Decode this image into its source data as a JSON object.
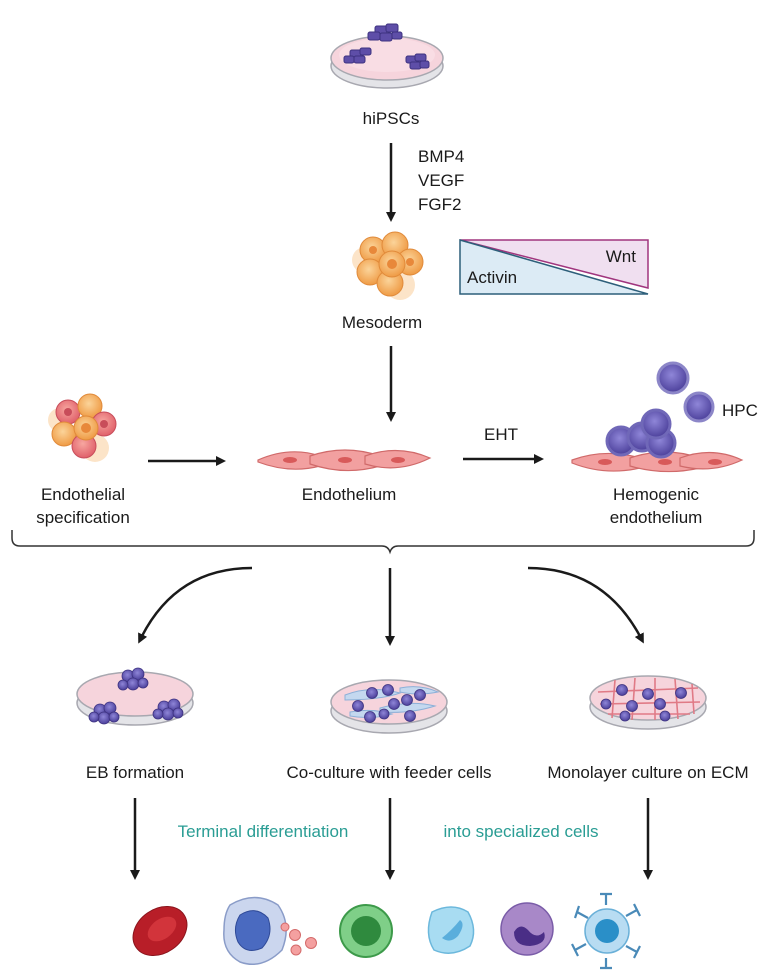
{
  "top": {
    "source_label": "hiPSCs",
    "factors": [
      "BMP4",
      "VEGF",
      "FGF2"
    ],
    "mesoderm_label": "Mesoderm",
    "gradient": {
      "upper_label": "Wnt",
      "lower_label": "Activin",
      "upper_color": "#f0dff0",
      "lower_color": "#dcebf5"
    }
  },
  "middle": {
    "endothelial_spec_label": [
      "Endothelial",
      "specification"
    ],
    "endothelium_label": "Endothelium",
    "eht_label": "EHT",
    "hpc_label": "HPC",
    "hemogenic_label": [
      "Hemogenic",
      "endothelium"
    ]
  },
  "methods": [
    {
      "label": "EB formation"
    },
    {
      "label": "Co-culture with feeder cells"
    },
    {
      "label": "Monolayer culture on ECM"
    }
  ],
  "differentiation": {
    "left_text": "Terminal differentiation",
    "right_text": "into specialized cells",
    "text_color": "#2a9d94"
  },
  "colors": {
    "dish_pink": "#f6d4dc",
    "cell_purple": "#5e4ea8",
    "endothelial_red": "#e88888",
    "mesoderm_orange": "#f2a24e"
  }
}
